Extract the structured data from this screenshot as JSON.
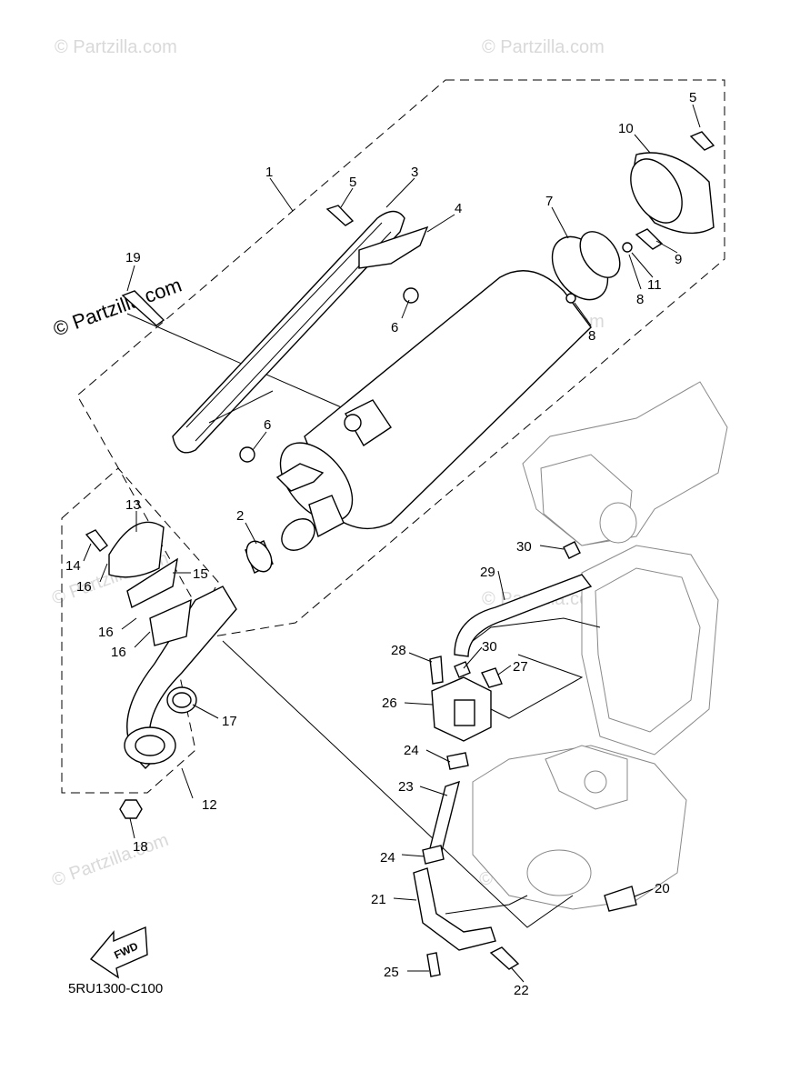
{
  "watermarks": {
    "text": "© Partzilla.com",
    "main_text": "© Partzilla.com"
  },
  "diagram_code": "5RU1300-C100",
  "fwd_label": "FWD",
  "callouts": [
    "1",
    "2",
    "3",
    "4",
    "5",
    "5",
    "6",
    "6",
    "7",
    "8",
    "8",
    "9",
    "10",
    "11",
    "12",
    "13",
    "14",
    "15",
    "16",
    "16",
    "16",
    "17",
    "18",
    "19",
    "20",
    "21",
    "22",
    "23",
    "24",
    "24",
    "25",
    "26",
    "27",
    "28",
    "29",
    "30",
    "30"
  ]
}
